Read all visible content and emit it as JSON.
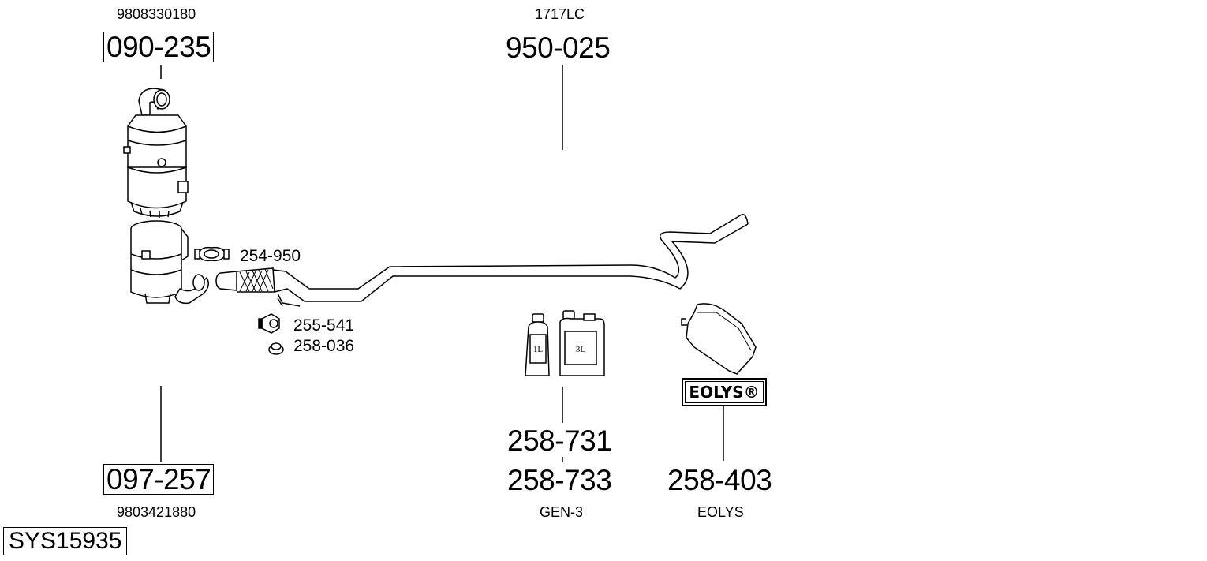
{
  "parts": {
    "cat_top": {
      "number": "090-235",
      "oem": "9808330180"
    },
    "cat_bottom": {
      "number": "097-257",
      "oem": "9803421880"
    },
    "pipe": {
      "number": "950-025",
      "oem": "1717LC"
    },
    "clamp": {
      "number": "254-950"
    },
    "bracket": {
      "number": "255-541"
    },
    "nut": {
      "number": "258-036"
    },
    "fluid_1": {
      "number": "258-731"
    },
    "fluid_2": {
      "number": "258-733"
    },
    "fluid_caption": "GEN-3",
    "bottle_small_label": "1L",
    "bottle_large_label": "3L",
    "eolys": {
      "number": "258-403",
      "caption": "EOLYS",
      "badge": "EOLYS®"
    }
  },
  "system_id": "SYS15935"
}
